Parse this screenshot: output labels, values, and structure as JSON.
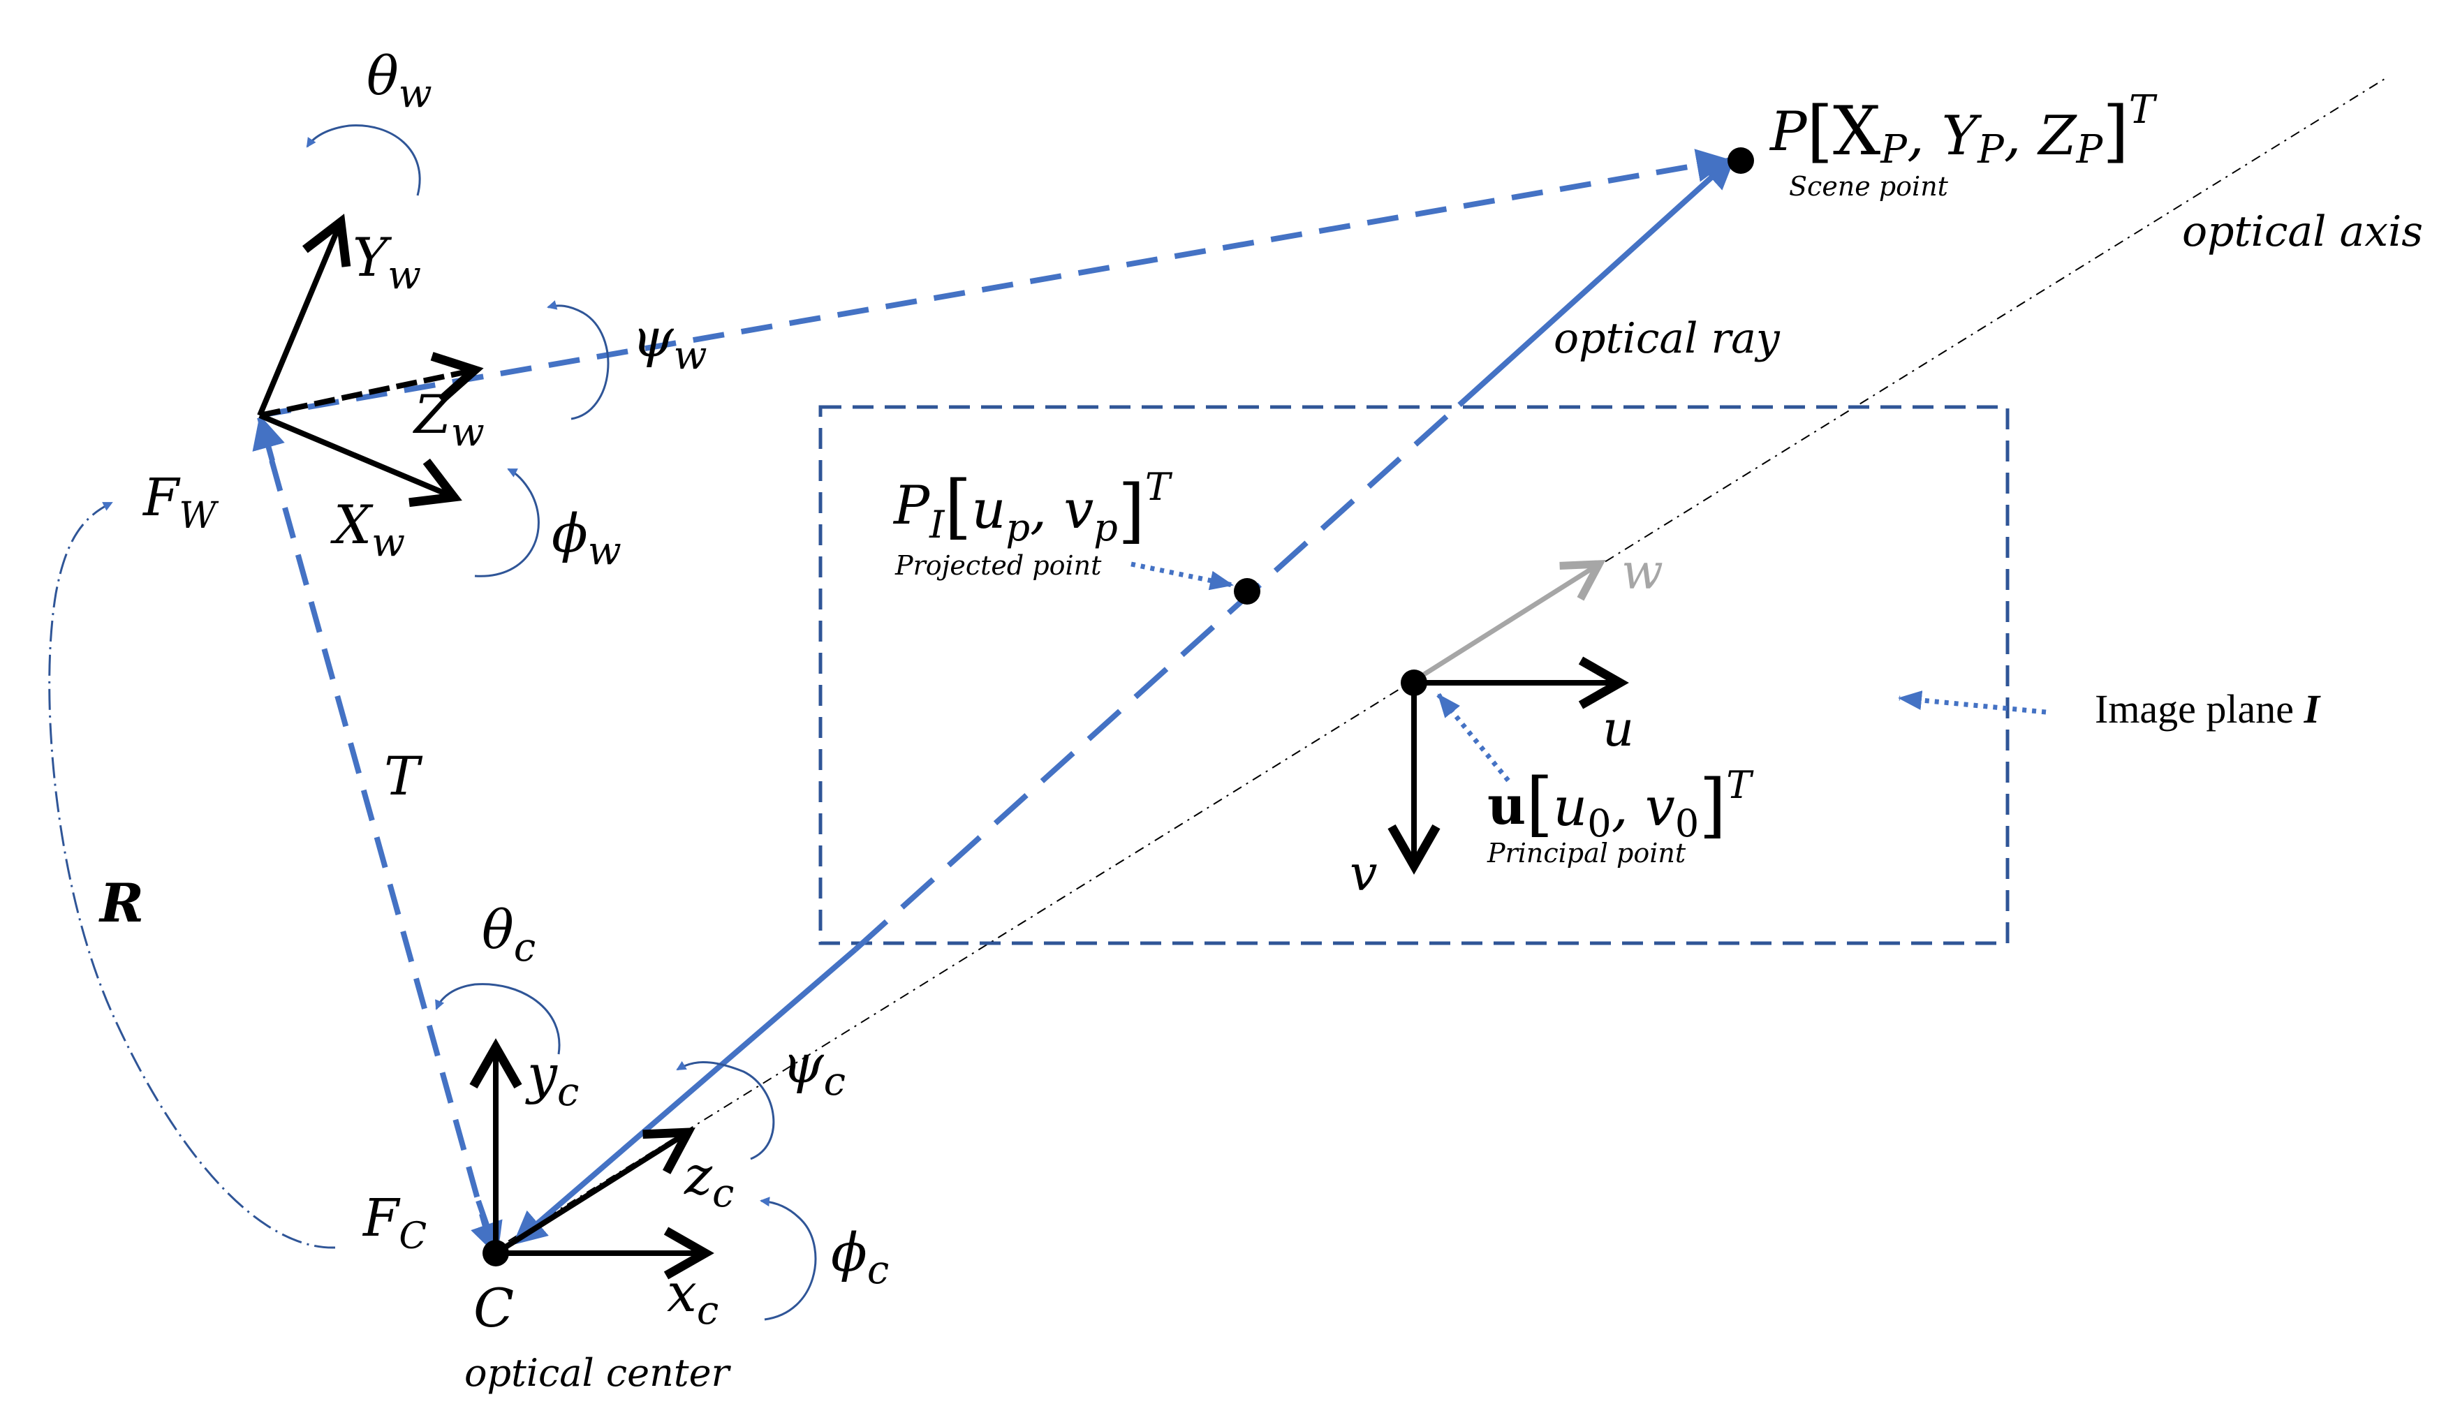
{
  "colors": {
    "blue": "#4472C4",
    "dark_blue": "#2F5597",
    "black": "#000000",
    "gray": "#A6A6A6"
  },
  "scene_point": {
    "label": "P",
    "coords": "[X",
    "x_sub": "P",
    "y": "Y",
    "y_sub": "P",
    "z": "Z",
    "z_sub": "P",
    "close": "]",
    "sup": "T",
    "caption": "Scene point"
  },
  "optical_axis_label": "optical axis",
  "optical_ray_label": "optical ray",
  "projected_point": {
    "label": "P",
    "sub": "I",
    "u": "u",
    "u_sub": "p",
    "v": "v",
    "v_sub": "p",
    "sup": "T",
    "caption": "Projected point"
  },
  "principal_point": {
    "label": "u",
    "u": "u",
    "u_sub": "0",
    "v": "v",
    "v_sub": "0",
    "sup": "T",
    "caption": "Principal point"
  },
  "image_plane": {
    "text": "Image plane ",
    "symbol": "I"
  },
  "world_frame": {
    "label": "F",
    "sub": "W",
    "axes": {
      "x": "X",
      "x_sub": "w",
      "y": "Y",
      "y_sub": "w",
      "z": "Z",
      "z_sub": "w"
    },
    "rotations": {
      "theta": "θ",
      "theta_sub": "w",
      "psi": "ψ",
      "psi_sub": "w",
      "phi": "ϕ",
      "phi_sub": "w"
    }
  },
  "camera_frame": {
    "label": "F",
    "sub": "C",
    "center": "C",
    "center_caption": "optical center",
    "axes": {
      "x": "x",
      "x_sub": "c",
      "y": "y",
      "y_sub": "c",
      "z": "z",
      "z_sub": "c"
    },
    "rotations": {
      "theta": "θ",
      "theta_sub": "c",
      "psi": "ψ",
      "psi_sub": "c",
      "phi": "ϕ",
      "phi_sub": "c"
    }
  },
  "translation_label": "T",
  "rotation_label": "R",
  "image_axes": {
    "u": "u",
    "v": "v",
    "w": "w"
  }
}
